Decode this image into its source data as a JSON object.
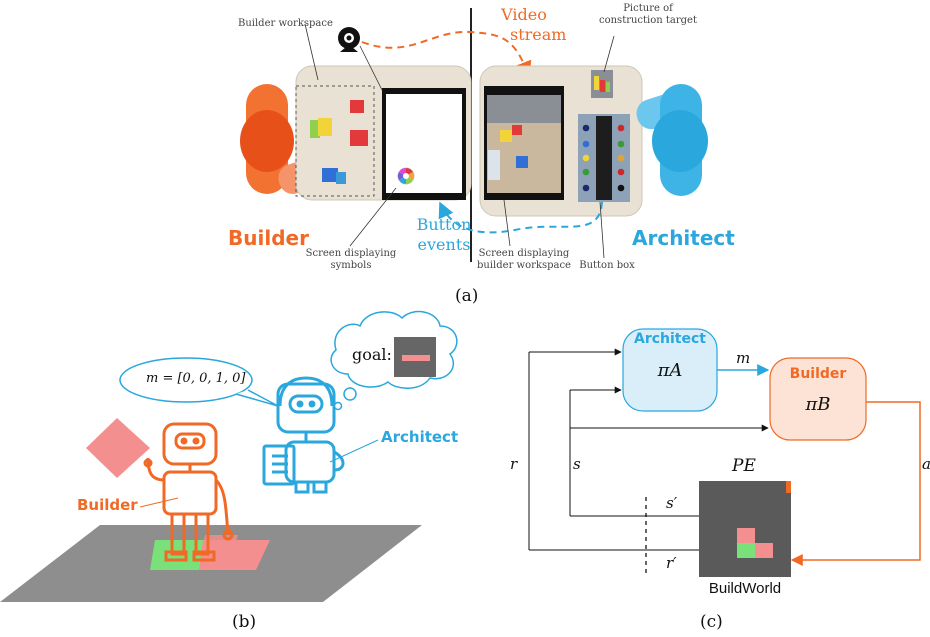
{
  "panel_a": {
    "label": "(a)",
    "builder_workspace": "Builder workspace",
    "video_stream": [
      "Video",
      "stream"
    ],
    "picture_target": [
      "Picture of",
      "construction target"
    ],
    "builder": "Builder",
    "architect": "Architect",
    "button_events": [
      "Button",
      "events"
    ],
    "screen_symbols": [
      "Screen displaying",
      "symbols"
    ],
    "screen_workspace": [
      "Screen displaying",
      "builder workspace"
    ],
    "button_box": "Button box"
  },
  "panel_b": {
    "label": "(b)",
    "message": "m = [0, 0, 1, 0]",
    "goal": "goal:",
    "architect": "Architect",
    "builder": "Builder"
  },
  "panel_c": {
    "label": "(c)",
    "architect": "Architect",
    "architect_policy": "πA",
    "builder": "Builder",
    "builder_policy": "πB",
    "m": "m",
    "r": "r",
    "s": "s",
    "s_prime": "s′",
    "r_prime": "r′",
    "env_policy": "PE",
    "buildworld": "BuildWorld",
    "action": "a"
  },
  "colors": {
    "orange": "#f06a26",
    "blue": "#2aa7dd",
    "architect_fill": "#d9eef9",
    "builder_fill": "#fde3d6"
  }
}
